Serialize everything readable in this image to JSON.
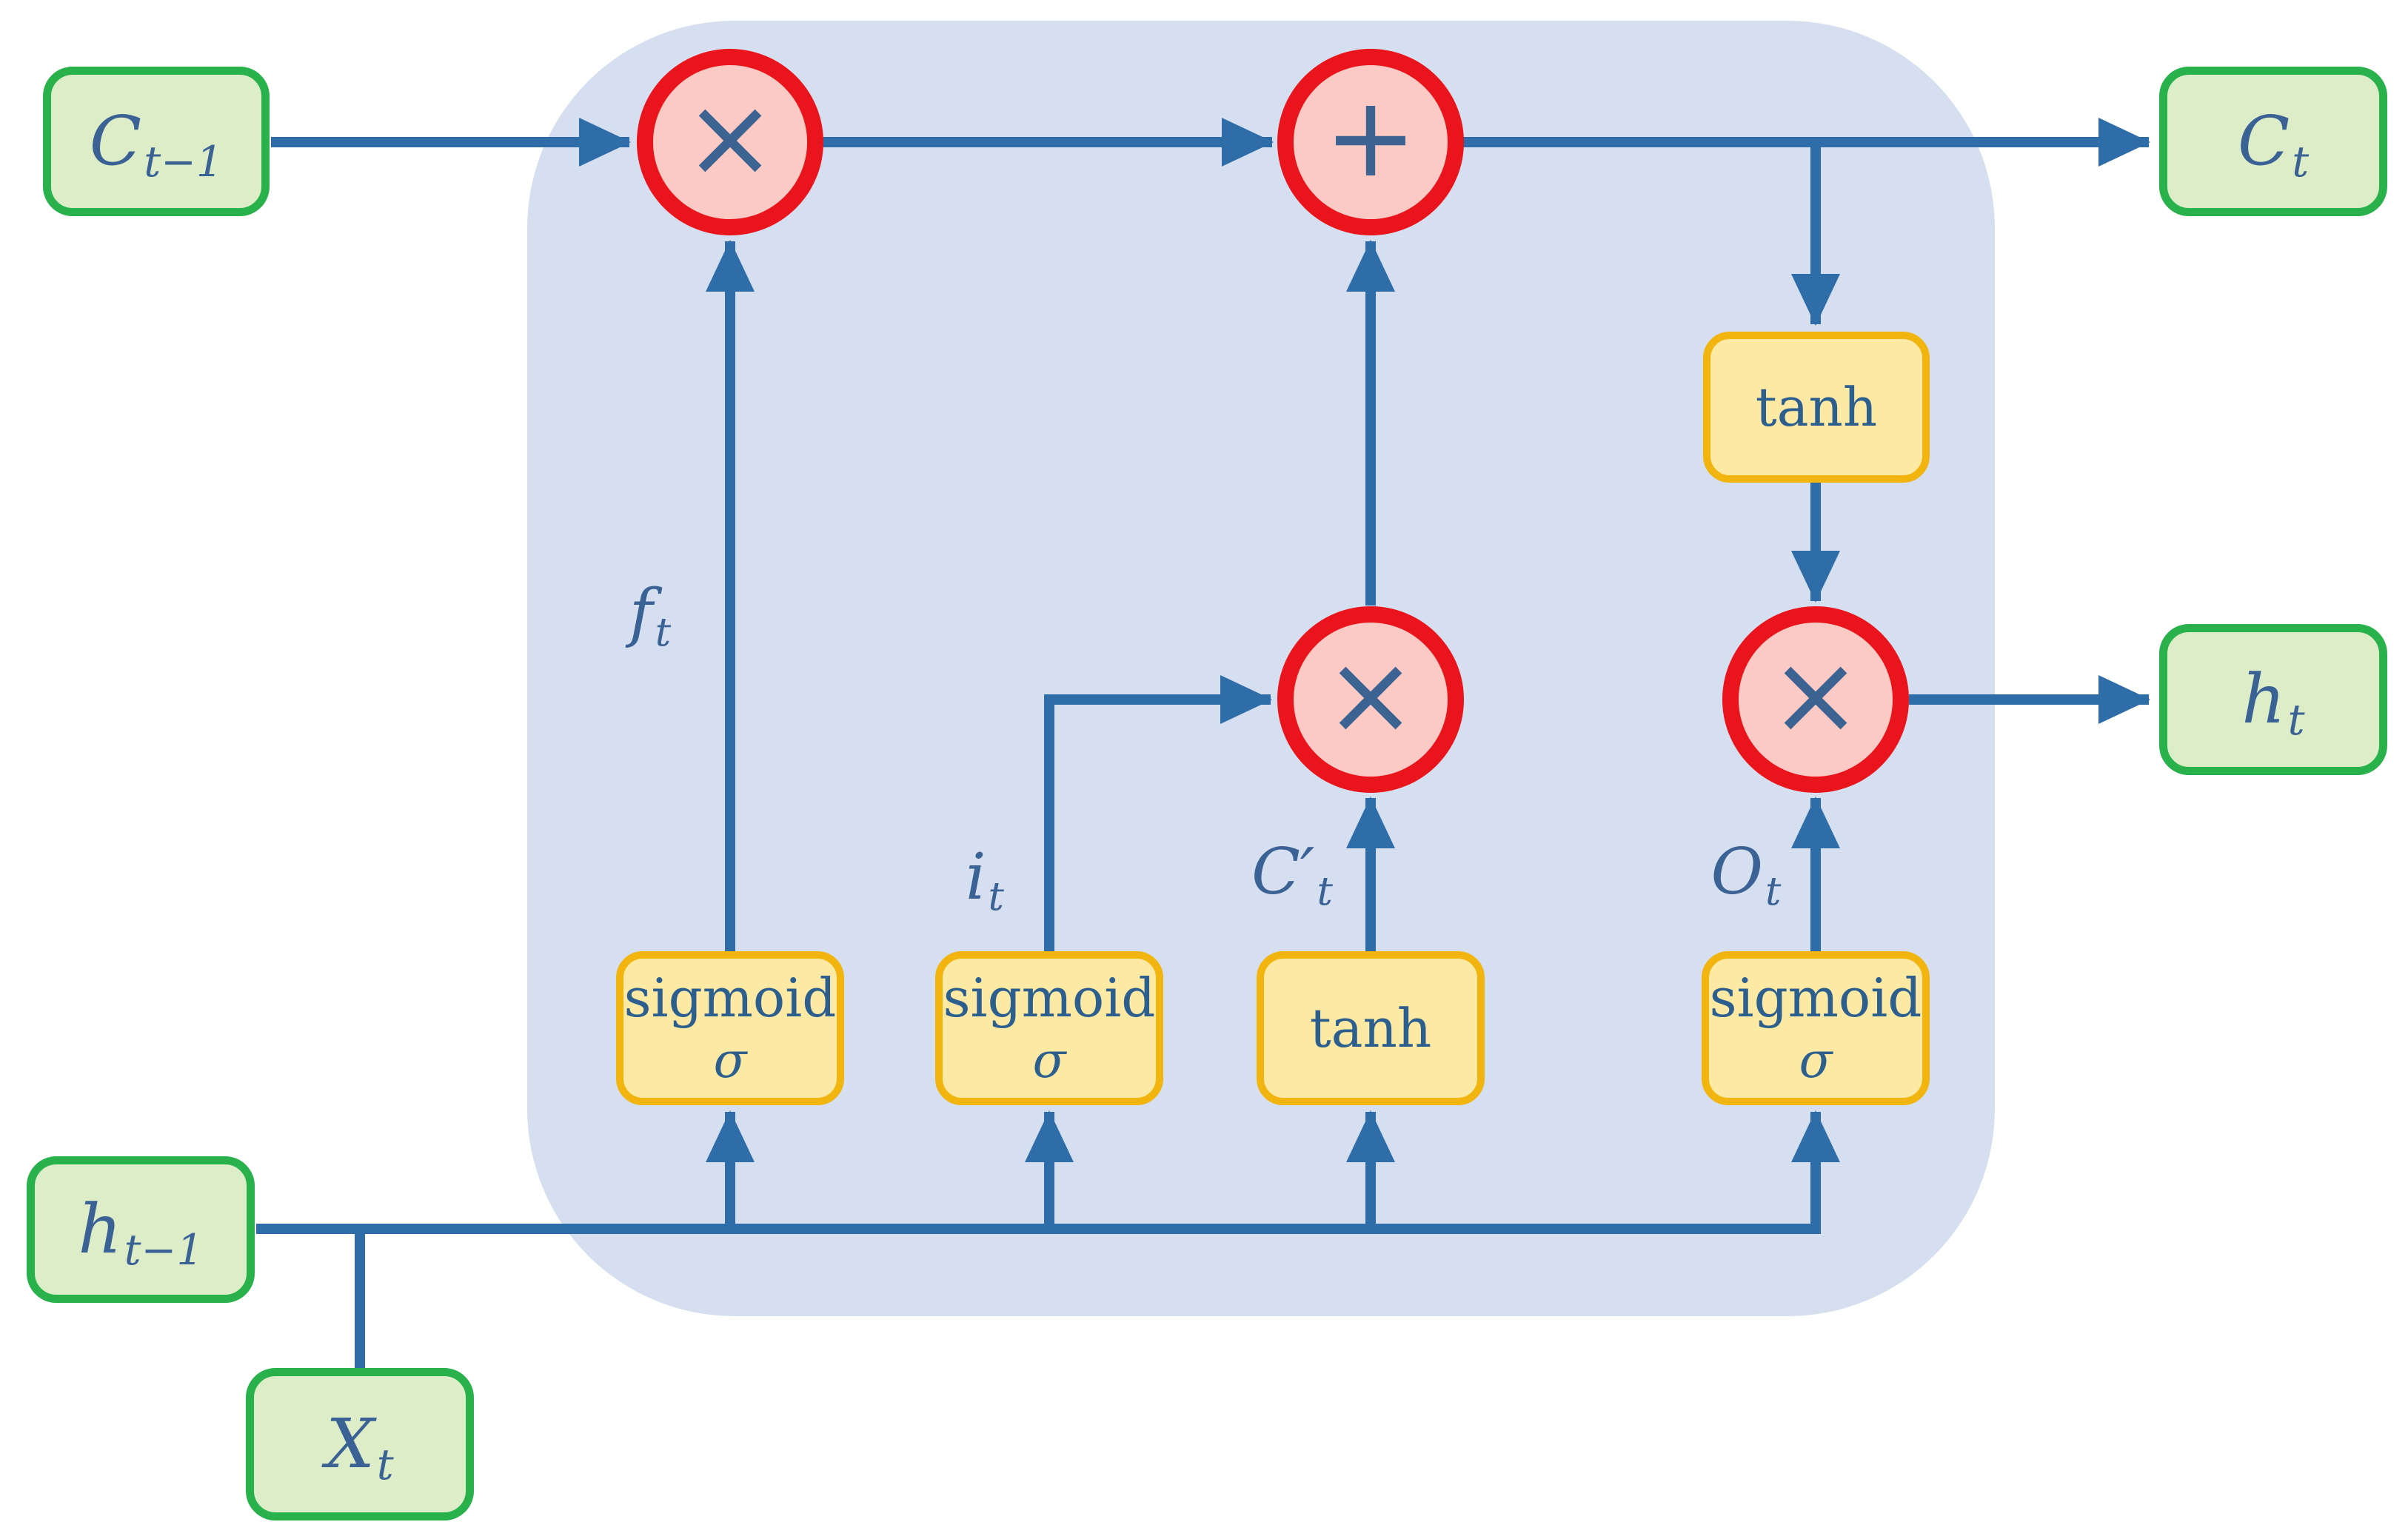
{
  "nodes": {
    "c_prev": {
      "main": "C",
      "sub": "t−1"
    },
    "c_next": {
      "main": "C",
      "sub": "t"
    },
    "h_prev": {
      "main": "h",
      "sub": "t−1"
    },
    "h_next": {
      "main": "h",
      "sub": "t"
    },
    "x_input": {
      "main": "X",
      "sub": "t"
    }
  },
  "gates": {
    "forget": {
      "line1": "sigmoid",
      "line2": "σ"
    },
    "input": {
      "line1": "sigmoid",
      "line2": "σ"
    },
    "candidate": {
      "label": "tanh"
    },
    "output": {
      "line1": "sigmoid",
      "line2": "σ"
    },
    "cell_tanh": {
      "label": "tanh"
    }
  },
  "operators": {
    "mul_forget": "×",
    "add": "+",
    "mul_input": "×",
    "mul_output": "×"
  },
  "edge_labels": {
    "forget": {
      "main": "f",
      "sub": "t"
    },
    "input": {
      "main": "i",
      "sub": "t"
    },
    "candidate": {
      "main": "C′",
      "sub": "t"
    },
    "output": {
      "main": "O",
      "sub": "t"
    }
  },
  "colors": {
    "page-bg": "#ffffff",
    "cell-bg": "#d5dff0",
    "node-border": "#29b14c",
    "node-fill": "#dcedc7",
    "gate-border": "#f2b40e",
    "gate-fill": "#fce9a3",
    "op-border": "#e9141c",
    "op-fill": "#fccac5",
    "arrow": "#2f6da8",
    "math-text": "#3b6295",
    "gate-text": "#2d5f8e",
    "op-text": "#3d6392"
  }
}
